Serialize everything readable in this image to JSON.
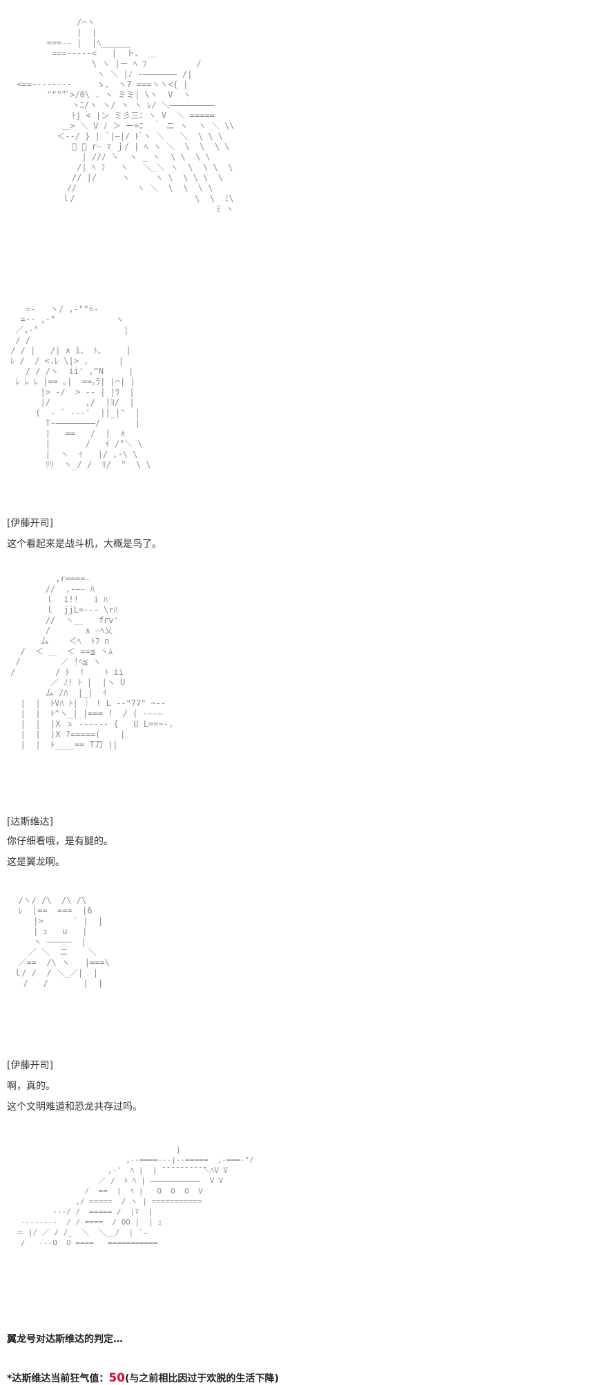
{
  "colors": {
    "text": "#333333",
    "highlight": "#c8102e",
    "art": "#8a8a8a"
  },
  "art": {
    "plane": "              /⌒ヽ\n              |  |\n        ===-- |  |ﾍ______\n         ===-----<   |  ト、 ＿\n                 \\ ヽ |ー ﾍ ﾌ          /\n                  ヽ ＼ |ﾉ ‐――――――― /|\n  <==--------     ゝ、 ヽ7 ===ヽヽ<{ |\n        \"\"\"\"ﾞ>/0\\ . ヽ ミミ| \\ヽ  V  ヽ\n             ヽﾆ/ヽ ヽ/ ヽ ヽ ﾚ/ ＼―――――――――\n             ﾄj < |ン ミ彡三ﾆ ヽ V  ＼ =====\n           ＿> ＼ V ﾉ ＞ ー=ﾆ  ｀ ニ ヽ  ヽ ＼ \\\\\n          ＜--/ } | ̄ |―|/ ﾄﾞヽ ＼   ＼  \\ \\ \\\n             ﾞ ﾞ r― ﾏ ｊ/ | ﾍ ヽ ＼  \\  \\  \\ \\\n               | //ﾉ ̄ヽ  ヽ _ ヽ  \\ \\  \\ \\\n              /| ﾍ ﾌ   ヽ   ＼_＼ ヽ  \\  \\ \\  \\\n             // |/     ヽ     ヽ \\  \\ \\ \\  \\\n            //            ヽ ＼  \\  \\  \\ \\\n           ｌ/                        \\  \\  ﾐ\\\n                                          ﾐ ヽ",
    "face1": "    =-   ヽ/ ,-\"\"=-\n   =-- ,-\"            ヽ\n  ／,-\"                 |\n  / /               \n / / |   /| ∧ i、 ﾄ、    |\n ﾚ /  / <.ﾚ \\|> ,      |\n    / / /ヽ  ii' ,^N     |\n  ﾚ ﾚ ﾚ |== ｡|  ==｡ﾗ| |⌒| |\n       |> -/  > -- | |ｳ  |\n       |/       ,/  |ﾖ/  |\n      (  - ` ---'  ||_|\"  |\n        T‐――――――――/       |\n        |   ==   /  |  ∧ \n        |       /   ｲ /\"＼ \\\n        |  ヽ  ｲ   |/ ,-\\ \\\n        ﾘﾘ  ヽ_/ /  ﾘ/  \"  \\ \\",
    "vader": "          ,r====-\n        //  ,-―- ﾊ\n        ｌ  i!!   i ﾊ\n        ｌ  jjL=--- \\rﾊ\n        //  ヽ__   frv'\n        /       ∧ ―ﾍ乂\n       ム    ＜ﾍ  ﾄﾌ n\n   /  ＜ ＿  ＜ ==≦ ヽﾑ\n  /        ／ !ﾍ≦ ヽ \n /        / ﾄ  !    ﾄ ii\n         ／ ﾉ! ﾄ |  |ヽ U\n        ム /ﾊ  |_|  ｲ \n   |  |  ﾄVﾊ ﾄ| ｜ ! L --\"77\" ~--\n   |  |  ﾄ^ヽ_|_|=== !  / ( ‐―‐―\n   |  |  |X ゝ ------ {   U L==~‐,\n   |  |  |X 7=====(    |\n   |  |  ﾄ____== T刀 ||",
    "face2": "  /ヽ/ /\\  /\\ /\\\n  ﾚ  |==  ===  |6\n     |>      ` |  |\n     | ｭ   u   | \n     ヽ ―――――  |  \n    ／ ＼  ニ    ＼\n  ／==  /\\ ヽ   |===\\\n ｌ/ /  / ＼_／|  |  \n   /   /       |  |",
    "ship": "                                     |\n                          ,--====---|--=====  ,-===-\"/\n                      ,-'  ﾍ |  | ̄ ̄ ̄ ̄ ̄ ̄ ̄ ̄ ̄ ̄＼ﾍV V\n                    ／ /  ﾄ ﾍ | ―――――――――――  V V\n                 /  ==  |  ﾍ |   O  O  O  V\n               ,/ =====  / ヽ | ===========\n          ---/ /  ===== /  |ﾏ  |   \n   ‐‐‐‐‐‐‐-  / / ====  / OO |  | ｭ\n  ＝ |/ ／ / /_  ＼  ＼__/  |  ﾞ―\n   /   ---O  O ====   ==========="
  },
  "dialogue": [
    {
      "speaker": "[伊藤开司]",
      "lines": [
        "这个看起来是战斗机，大概是鸟了。"
      ]
    },
    {
      "speaker": "[达斯维达]",
      "lines": [
        "你仔细看哦，是有腿的。",
        "这是翼龙啊。"
      ]
    },
    {
      "speaker": "[伊藤开司]",
      "lines": [
        "啊，真的。",
        "这个文明难道和恐龙共存过吗。"
      ]
    }
  ],
  "judgement": "翼龙号对达斯维达的判定…",
  "status": {
    "prefix": "*达斯维达当前狂气值：",
    "value": "50",
    "suffix": "(与之前相比因过于欢脱的生活下降)"
  }
}
